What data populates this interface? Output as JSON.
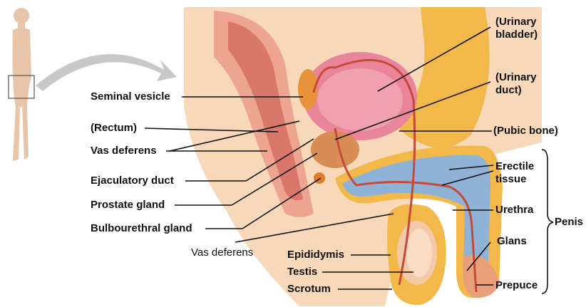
{
  "labels": {
    "urinary_bladder": [
      "(Urinary",
      "bladder)"
    ],
    "urinary_duct": [
      "(Urinary",
      "duct)"
    ],
    "pubic_bone": "(Pubic bone)",
    "erectile_tissue": [
      "Erectile",
      "tissue"
    ],
    "urethra": "Urethra",
    "penis": "Penis",
    "glans": "Glans",
    "prepuce": "Prepuce",
    "seminal_vesicle": "Seminal vesicle",
    "rectum": "(Rectum)",
    "vas_deferens_upper": "Vas deferens",
    "ejaculatory_duct": "Ejaculatory duct",
    "prostate_gland": "Prostate gland",
    "bulbourethral_gland": "Bulbourethral gland",
    "vas_deferens_lower": "Vas deferens",
    "epididymis": "Epididymis",
    "testis": "Testis",
    "scrotum": "Scrotum"
  },
  "colors": {
    "tissue_fat": "#f2b84a",
    "tissue_pink": "#eda58f",
    "bladder": "#e9849a",
    "erectile_blue": "#8fb3d6",
    "duct_red": "#c44a3a",
    "background": "#ffffff",
    "arrow_gray": "#c8c8c8",
    "figure_skin": "#e8c4a8"
  }
}
